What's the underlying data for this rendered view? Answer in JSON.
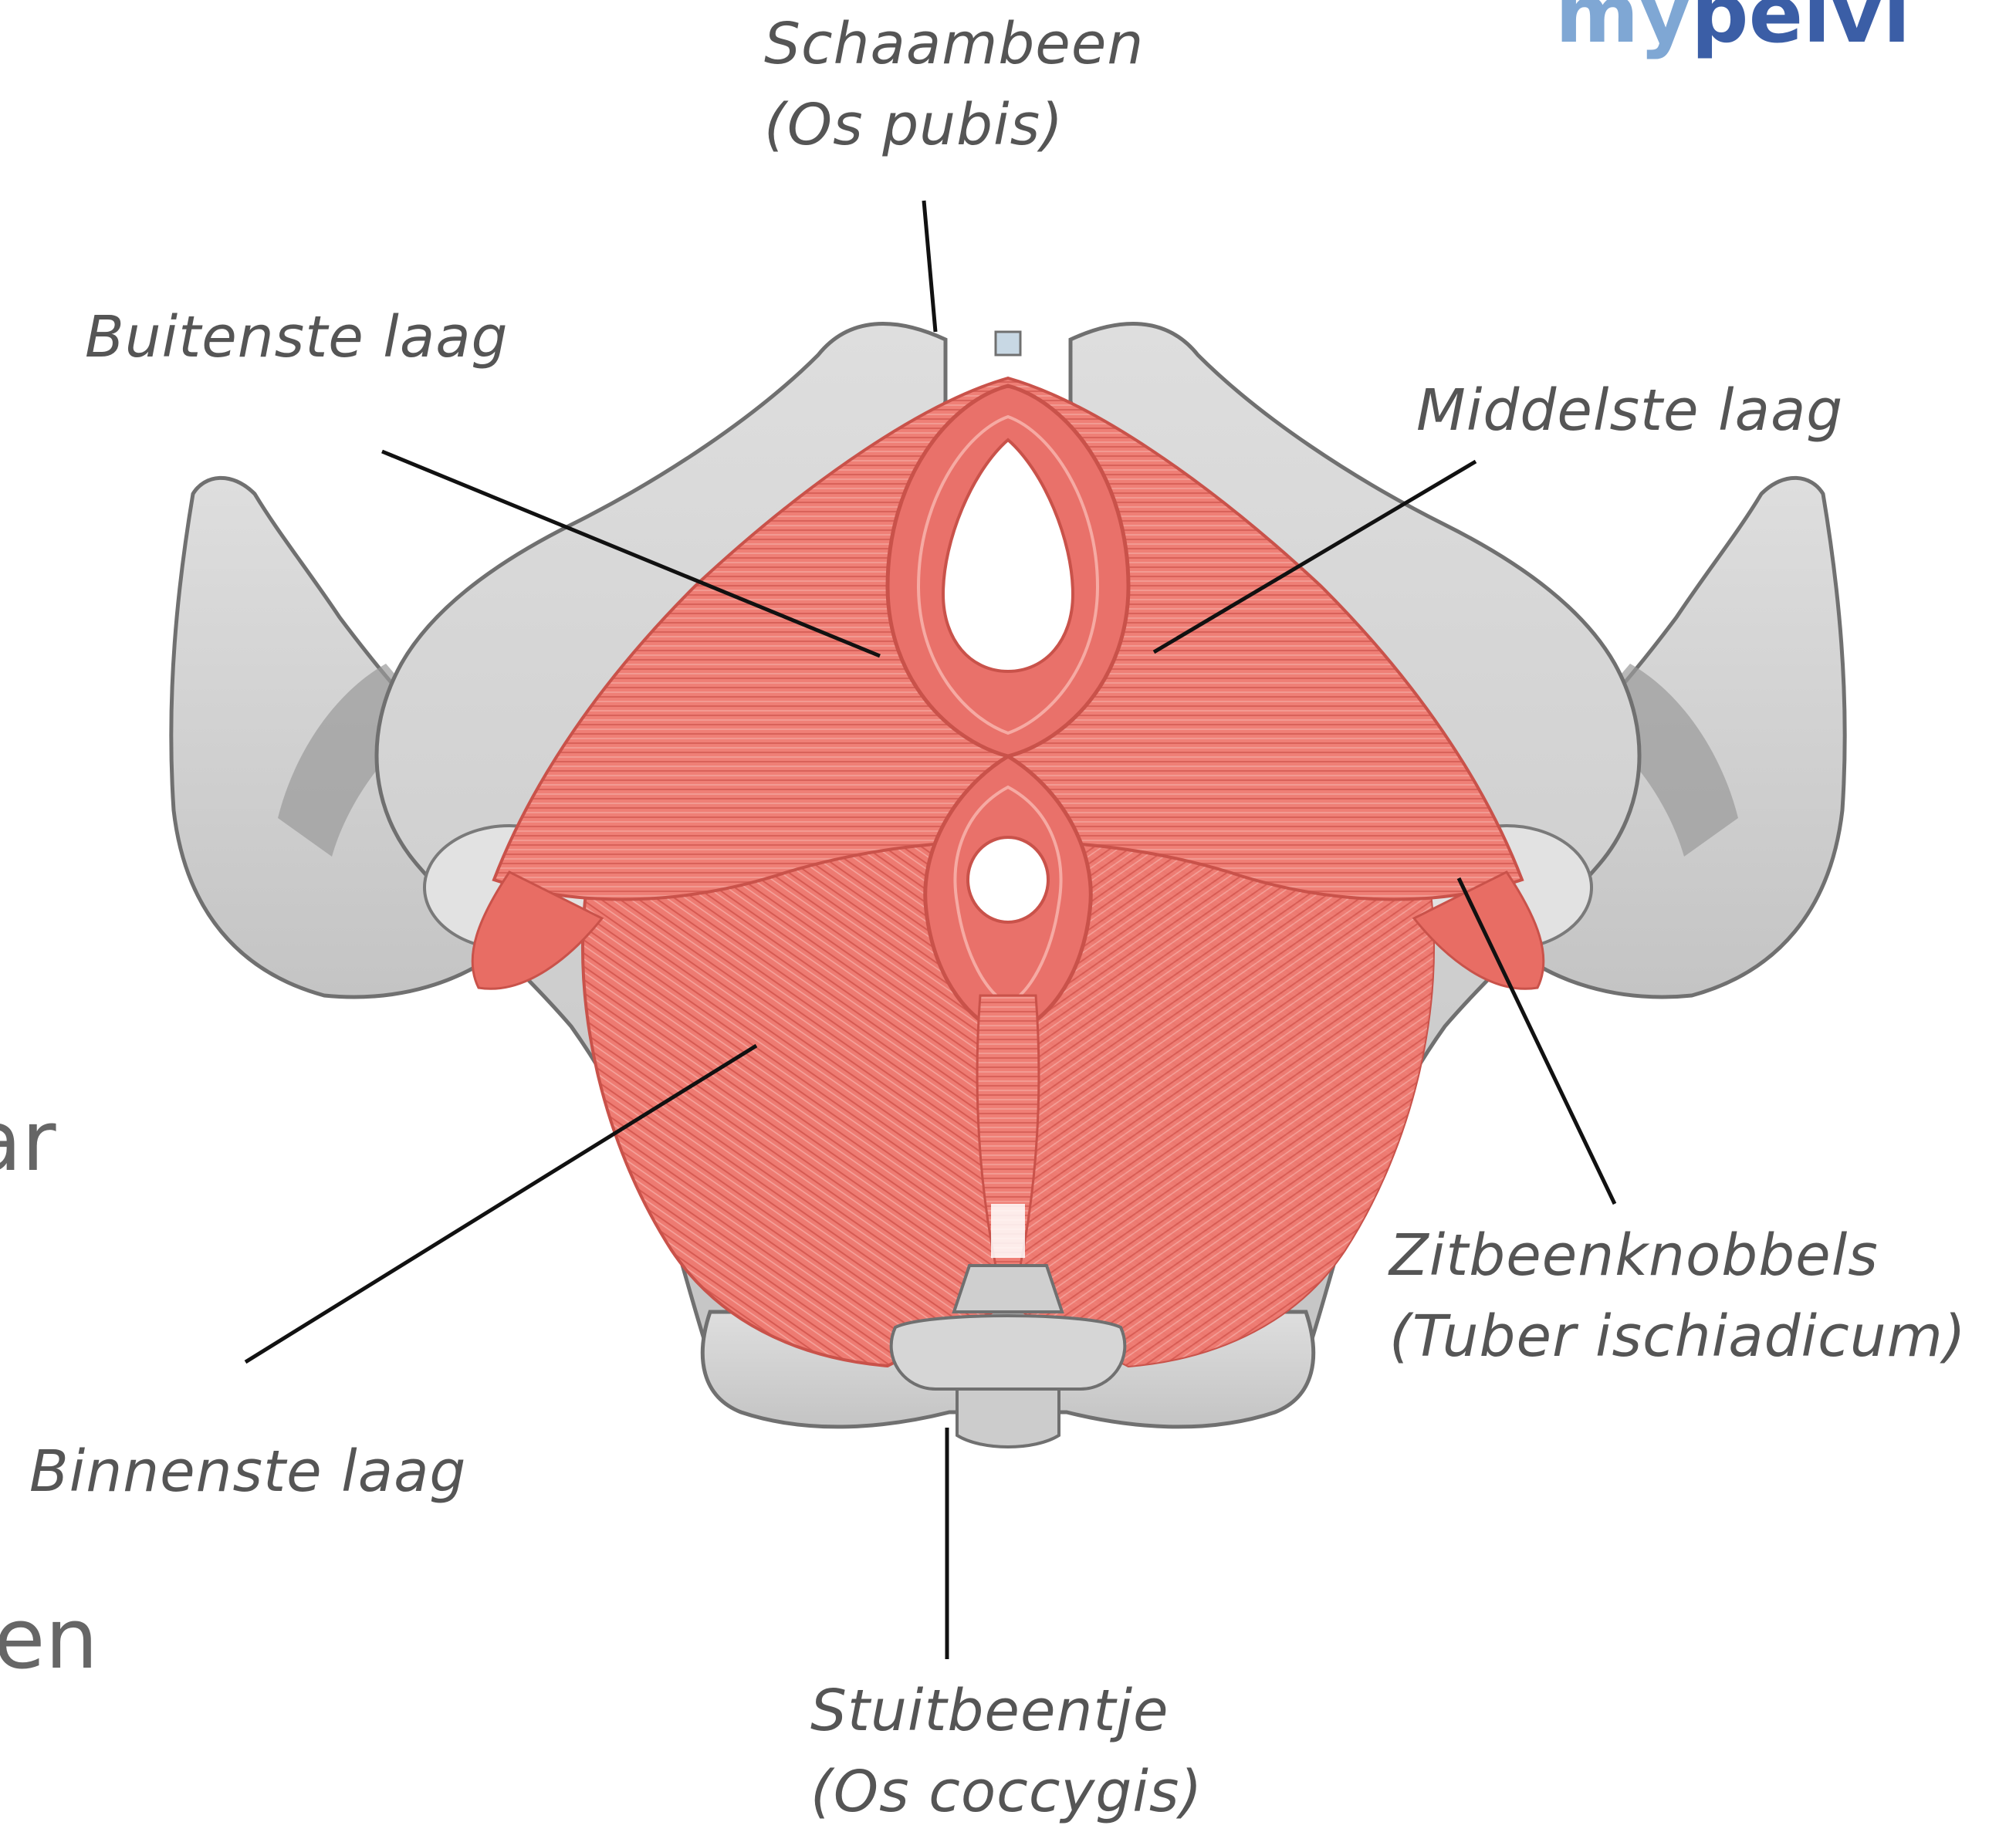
{
  "logo": {
    "part1": "my",
    "part2": "pelvi",
    "color1": "#7fa7d4",
    "color2": "#3b5ea6"
  },
  "labels": {
    "pubis_line1": "Schaambeen",
    "pubis_line2": "(Os pubis)",
    "outer_layer": "Buitenste laag",
    "middle_layer": "Middelste laag",
    "ischial_line1": "Zitbeenknobbels",
    "ischial_line2": "(Tuber ischiadicum)",
    "inner_layer": "Binnenste laag",
    "coccyx_line1": "Stuitbeentje",
    "coccyx_line2": "(Os coccygis)"
  },
  "fragments": {
    "frag1": "ar",
    "frag2": "en"
  },
  "colors": {
    "muscle": "#ef7f76",
    "muscle_dark": "#d85a52",
    "bone": "#d4d4d4",
    "bone_edge": "#707070",
    "label_text": "#555555",
    "leader": "#111111"
  }
}
